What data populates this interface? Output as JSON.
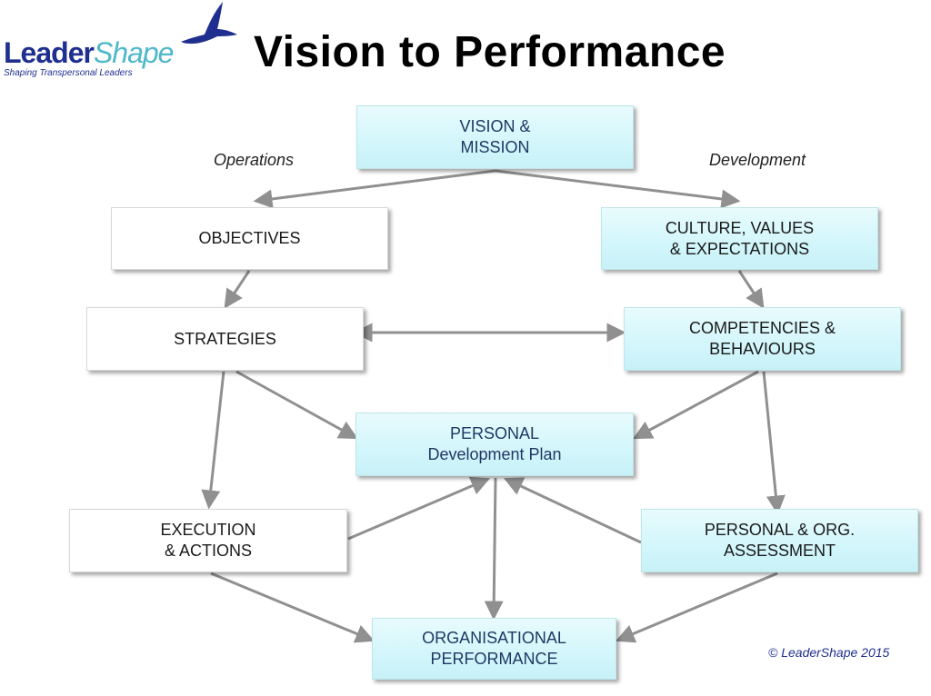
{
  "logo": {
    "leader": "Leader",
    "shape": "Shape",
    "tagline": "Shaping Transpersonal Leaders"
  },
  "title": "Vision to Performance",
  "labels": {
    "operations": "Operations",
    "development": "Development"
  },
  "nodes": {
    "vision": "VISION &\nMISSION",
    "objectives": "OBJECTIVES",
    "culture": "CULTURE, VALUES\n& EXPECTATIONS",
    "strategies": "STRATEGIES",
    "competencies": "COMPETENCIES &\nBEHAVIOURS",
    "pdp": "PERSONAL\nDevelopment Plan",
    "execution": "EXECUTION\n& ACTIONS",
    "assessment": "PERSONAL & ORG.\nASSESSMENT",
    "org_performance": "ORGANISATIONAL\nPERFORMANCE"
  },
  "copyright": "© LeaderShape 2015",
  "colors": {
    "arrow": "#909090",
    "cyan_box": "#d2f6fb",
    "title": "#000000",
    "logo_blue": "#1f2f8f",
    "logo_teal": "#4fb8c9"
  }
}
